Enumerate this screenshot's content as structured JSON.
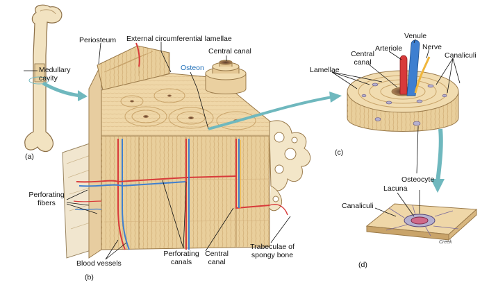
{
  "labels": {
    "medullary_cavity": "Medullary cavity",
    "periosteum": "Periosteum",
    "external_lamellae": "External circumferential lamellae",
    "central_canal_top": "Central canal",
    "osteon": "Osteon",
    "perforating_fibers": "Perforating fibers",
    "blood_vessels": "Blood vessels",
    "perforating_canals": "Perforating canals",
    "central_canal_bottom": "Central canal",
    "trabeculae": "Trabeculae of spongy bone",
    "lamellae": "Lamellae",
    "central_canal_c": "Central canal",
    "arteriole": "Arteriole",
    "venule": "Venule",
    "nerve": "Nerve",
    "canaliculi_c": "Canaliculi",
    "osteocyte": "Osteocyte",
    "lacuna": "Lacuna",
    "canaliculi_d": "Canaliculi",
    "signature": "Creek"
  },
  "panels": {
    "a": "(a)",
    "b": "(b)",
    "c": "(c)",
    "d": "(d)"
  },
  "colors": {
    "bone": "#efd7a8",
    "bone_dark": "#c9a46a",
    "artery": "#d83a3a",
    "vein": "#3e7fd0",
    "nerve": "#f0b63c",
    "arrow": "#6fb8be",
    "osteon_blue": "#1f6fb8"
  }
}
